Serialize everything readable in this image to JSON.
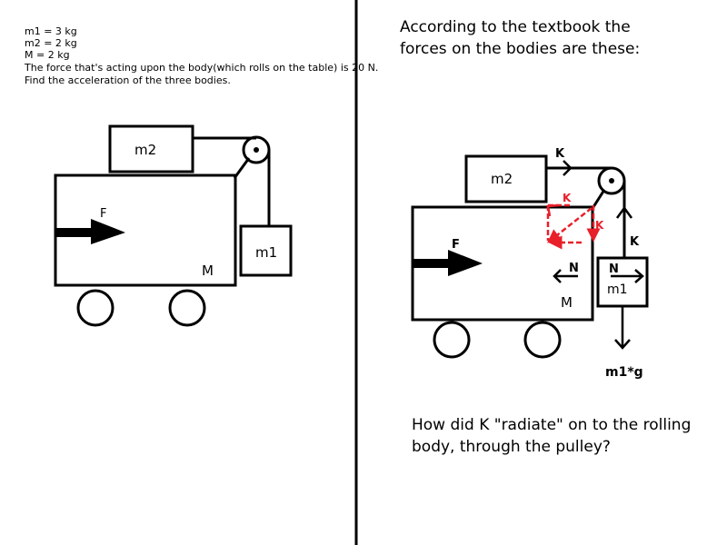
{
  "left_panel": {
    "given": [
      "m1 = 3 kg",
      "m2 = 2 kg",
      "M  = 2 kg",
      "The force that's acting upon the body(which rolls on the table) is 20 N.",
      "Find the acceleration of the three bodies."
    ],
    "labels": {
      "m2": "m2",
      "m1": "m1",
      "M": "M",
      "F": "F"
    }
  },
  "right_panel": {
    "intro": [
      "According to the textbook the",
      "forces on the bodies are these:"
    ],
    "labels": {
      "m2": "m2",
      "m1": "m1",
      "M": "M",
      "F": "F",
      "K_top": "K",
      "K_red_top": "K",
      "K_red_side": "K",
      "K_right": "K",
      "N_left": "N",
      "N_right": "N",
      "weight": "m1*g"
    },
    "question": [
      "How did K \"radiate\" on to the rolling",
      "body, through the pulley?"
    ]
  },
  "colors": {
    "ink": "#000000",
    "red": "#e8202a",
    "background": "#ffffff"
  }
}
